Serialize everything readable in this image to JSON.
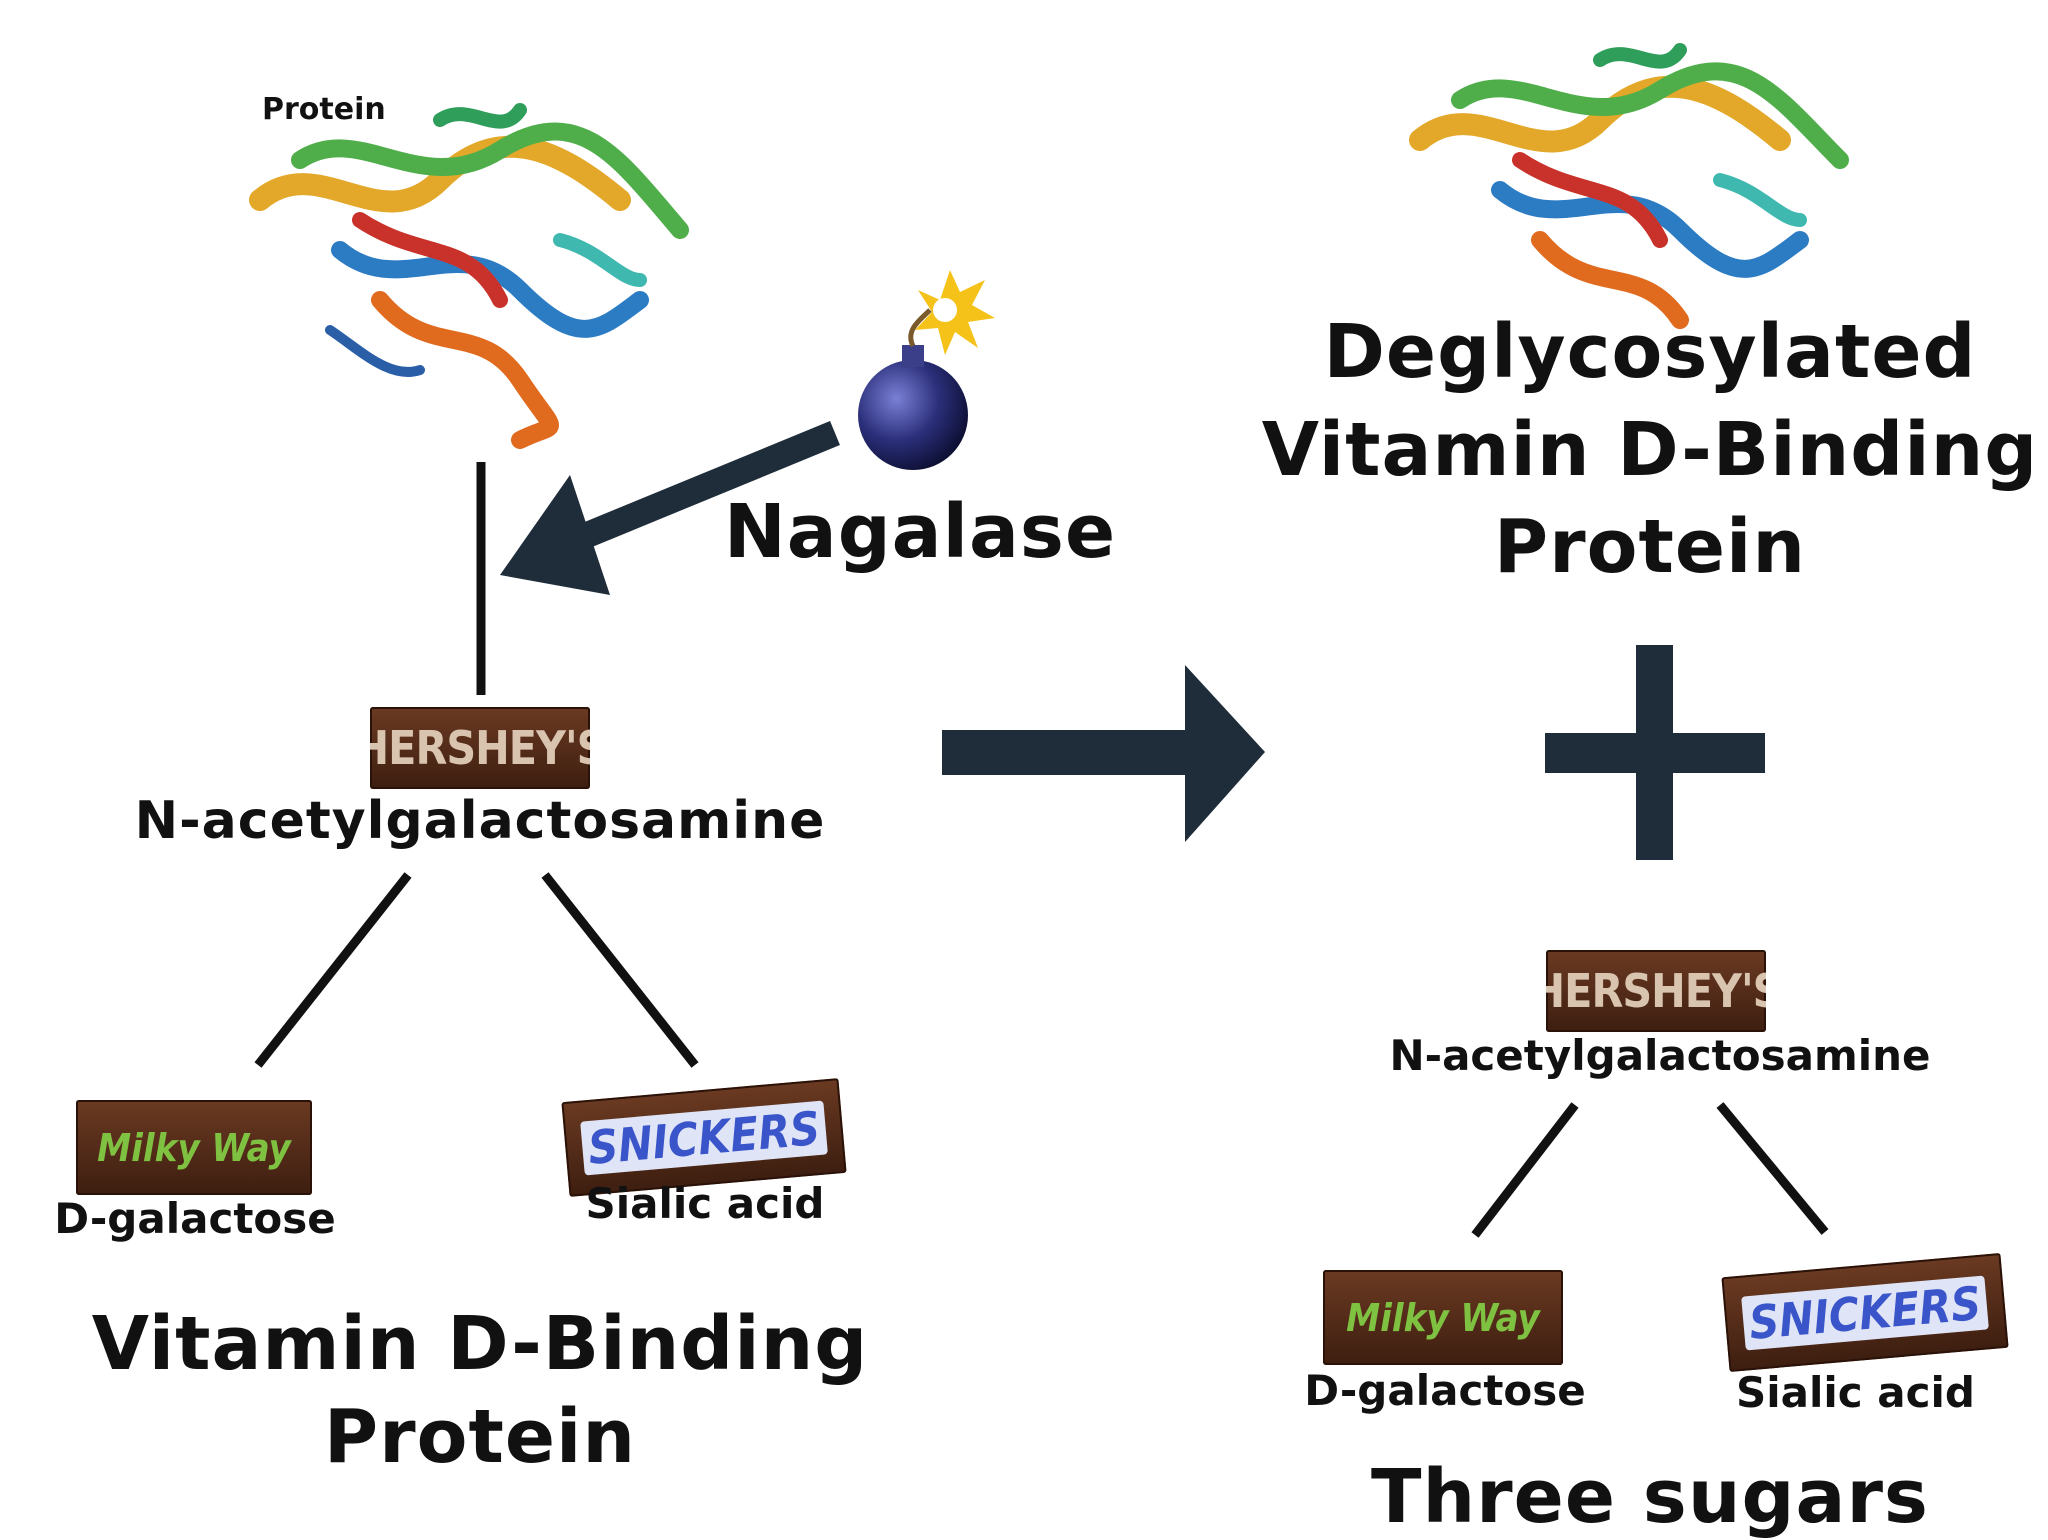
{
  "left": {
    "protein_label": "Protein",
    "core_sugar": {
      "wrapper_text": "HERSHEY'S",
      "label": "N-acetylgalactosamine"
    },
    "branch_left": {
      "wrapper_text": "Milky Way",
      "label": "D-galactose"
    },
    "branch_right": {
      "wrapper_text": "SNICKERS",
      "label": "Sialic acid"
    },
    "title_line1": "Vitamin D-Binding",
    "title_line2": "Protein"
  },
  "enzyme": {
    "label": "Nagalase",
    "icon": "bomb-icon"
  },
  "right": {
    "title_line1": "Deglycosylated",
    "title_line2": "Vitamin D-Binding",
    "title_line3": "Protein",
    "core_sugar": {
      "wrapper_text": "HERSHEY'S",
      "label": "N-acetylgalactosamine"
    },
    "branch_left": {
      "wrapper_text": "Milky Way",
      "label": "D-galactose"
    },
    "branch_right": {
      "wrapper_text": "SNICKERS",
      "label": "Sialic acid"
    },
    "caption": "Three sugars"
  },
  "colors": {
    "arrow": "#1f2d3a",
    "line": "#111111",
    "bomb": "#2b2f7a",
    "candy_brown": "#4a2514"
  }
}
